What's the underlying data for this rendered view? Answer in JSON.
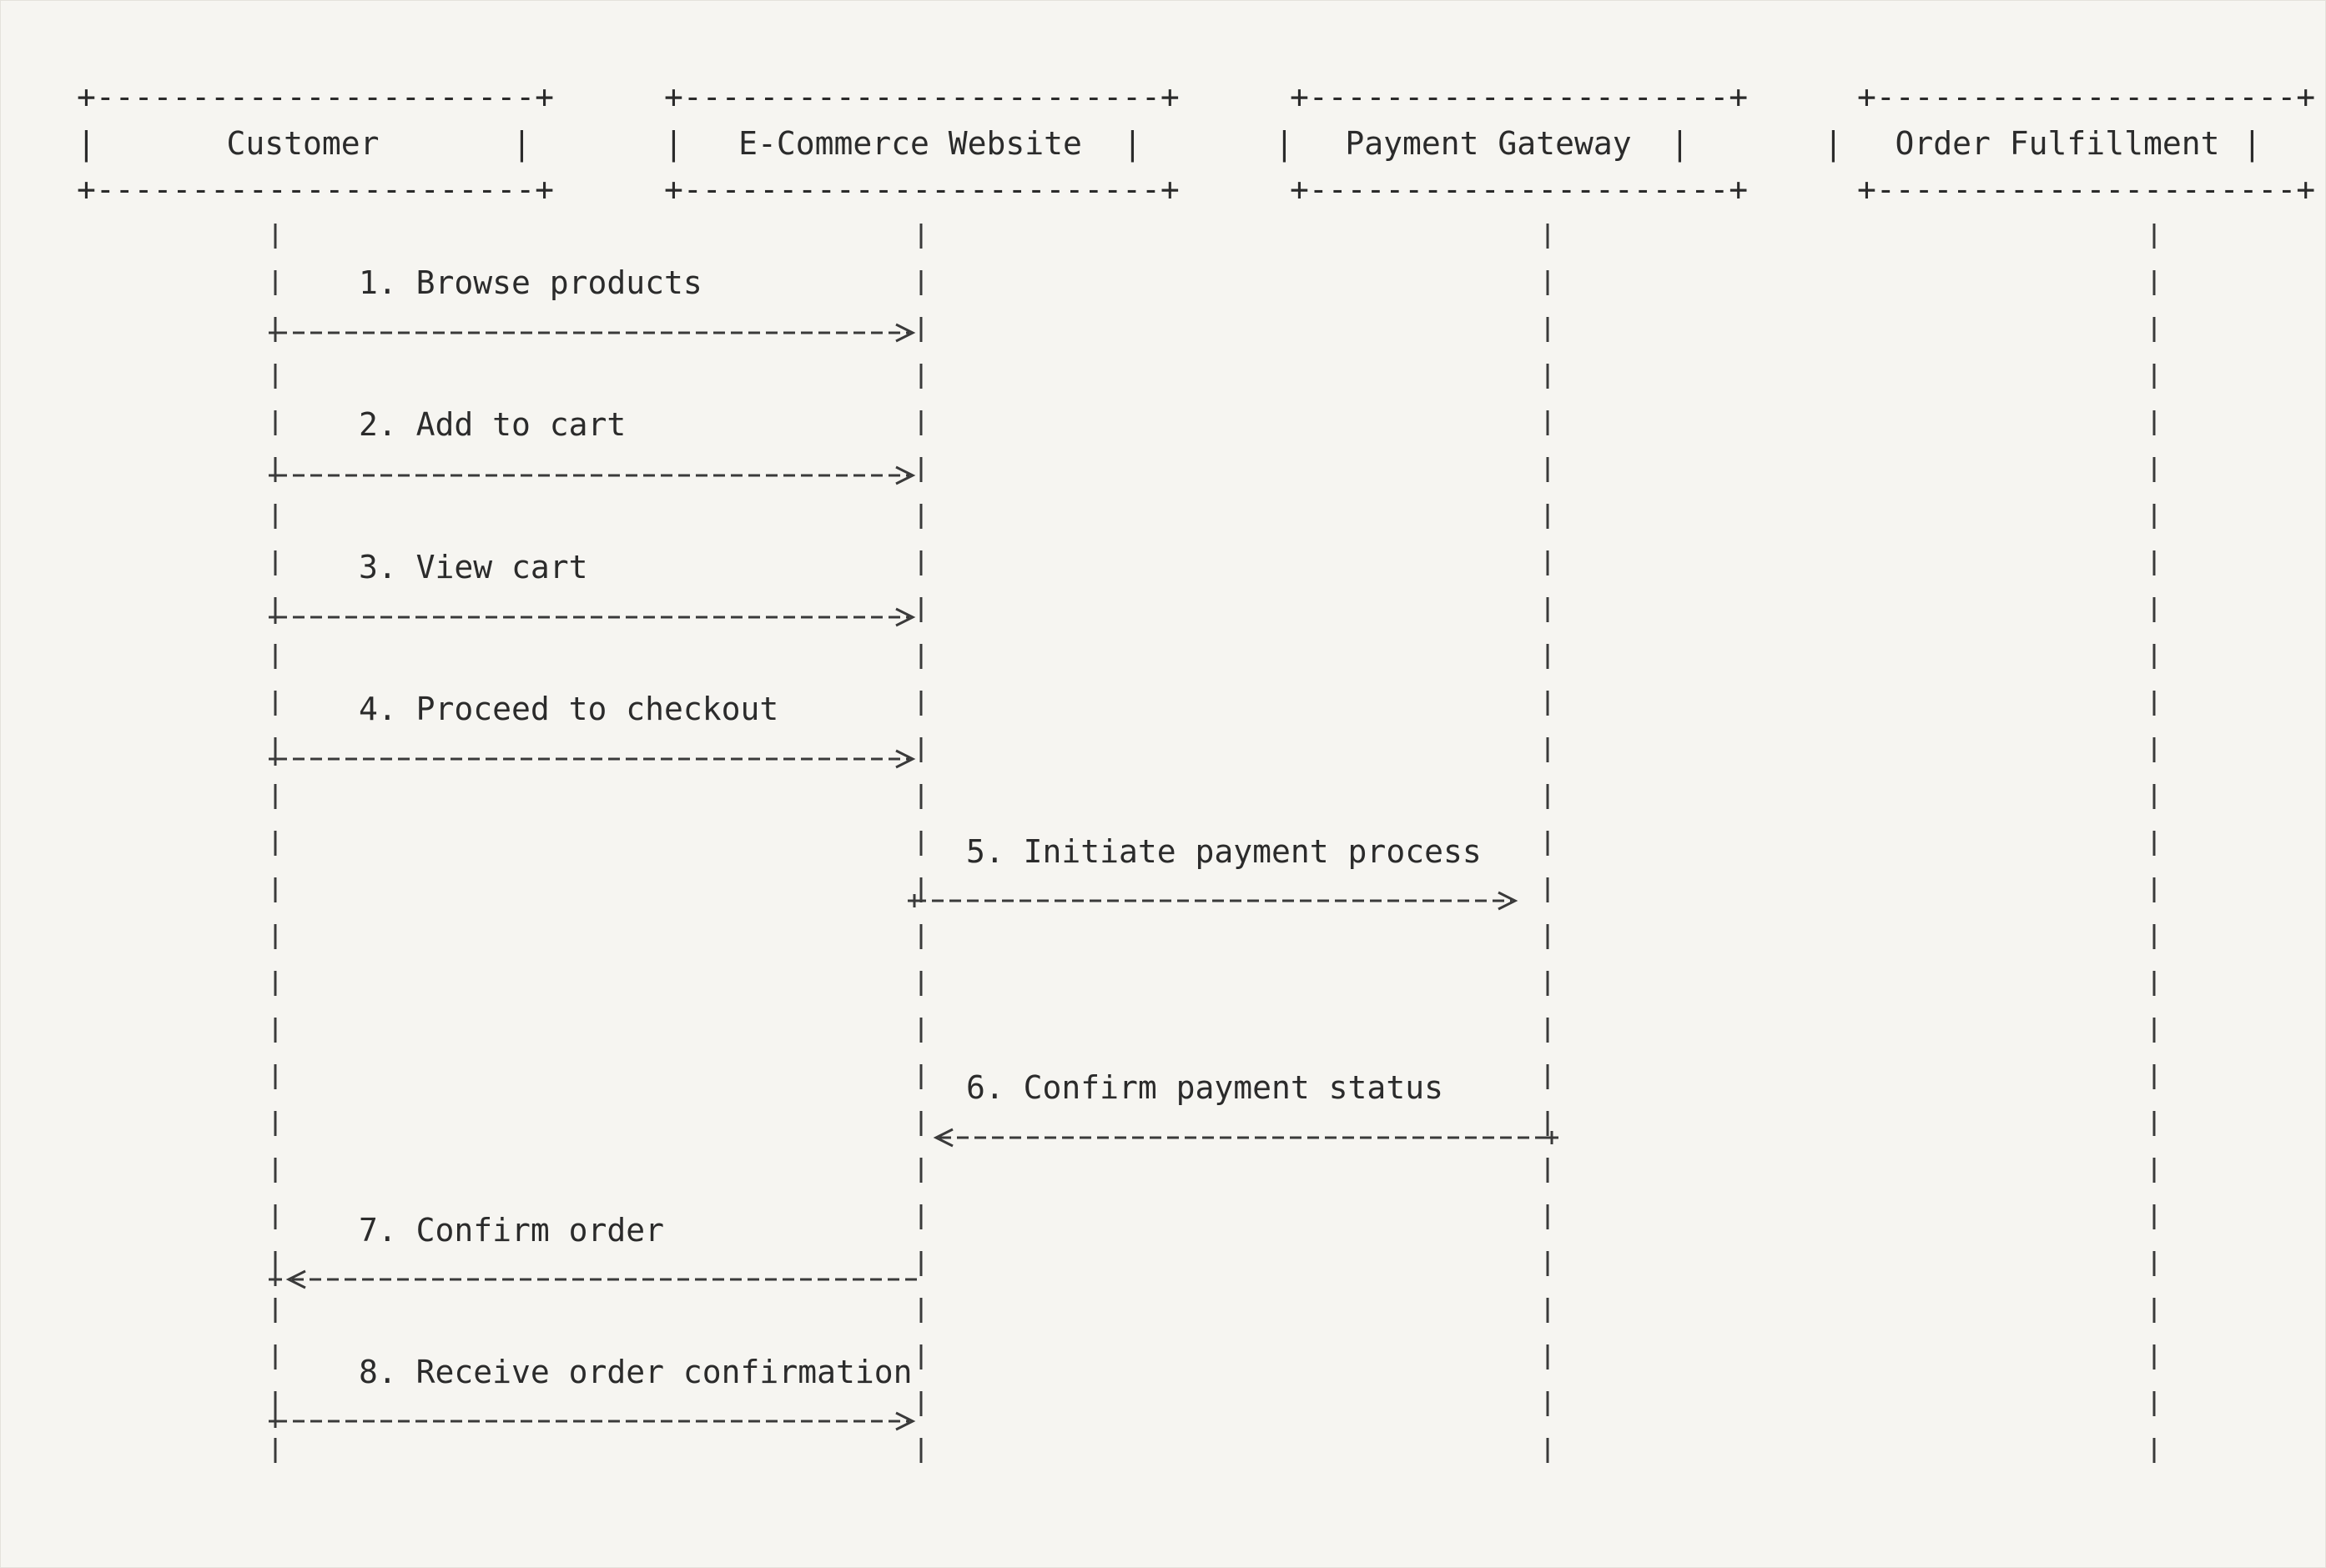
{
  "participants": [
    {
      "id": "customer",
      "label": "Customer"
    },
    {
      "id": "website",
      "label": "E-Commerce Website"
    },
    {
      "id": "gateway",
      "label": "Payment Gateway"
    },
    {
      "id": "fulfillment",
      "label": "Order Fulfillment"
    }
  ],
  "messages": [
    {
      "label": "1. Browse products",
      "from": "customer",
      "to": "website"
    },
    {
      "label": "2. Add to cart",
      "from": "customer",
      "to": "website"
    },
    {
      "label": "3. View cart",
      "from": "customer",
      "to": "website"
    },
    {
      "label": "4. Proceed to checkout",
      "from": "customer",
      "to": "website"
    },
    {
      "label": "5. Initiate payment process",
      "from": "website",
      "to": "gateway"
    },
    {
      "label": "6. Confirm payment status",
      "from": "gateway",
      "to": "website"
    },
    {
      "label": "7. Confirm order",
      "from": "website",
      "to": "customer"
    },
    {
      "label": "8. Receive order confirmation",
      "from": "customer",
      "to": "website"
    }
  ]
}
